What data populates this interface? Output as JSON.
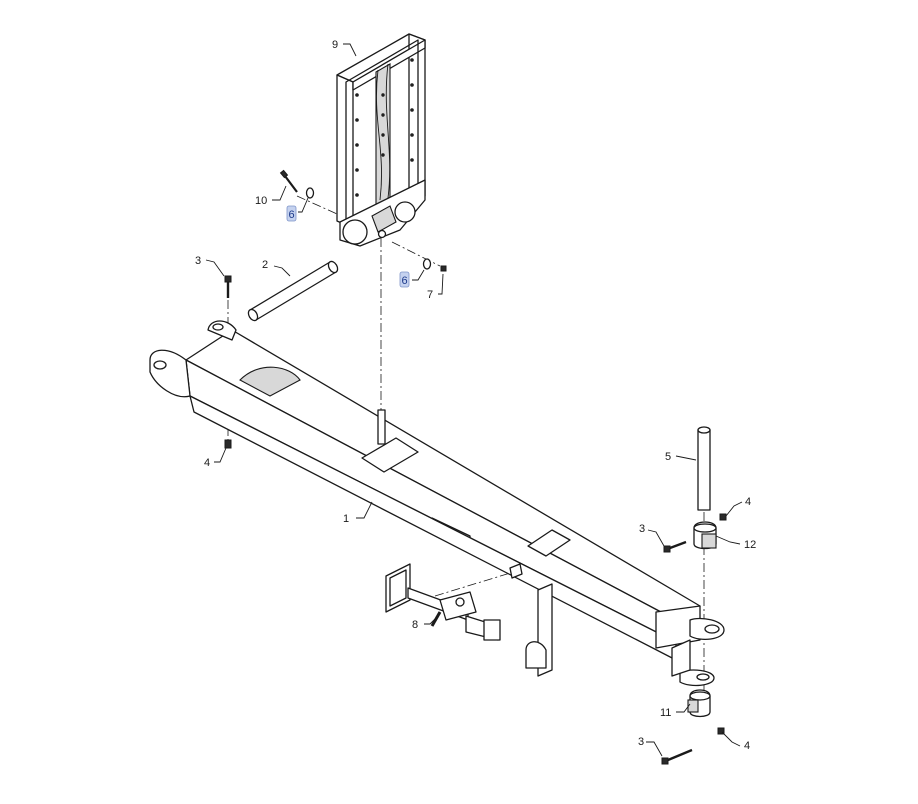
{
  "callouts": [
    {
      "label": "9",
      "highlight": false
    },
    {
      "label": "10",
      "highlight": false
    },
    {
      "label": "6",
      "highlight": true
    },
    {
      "label": "6",
      "highlight": true
    },
    {
      "label": "7",
      "highlight": false
    },
    {
      "label": "3",
      "highlight": false
    },
    {
      "label": "2",
      "highlight": false
    },
    {
      "label": "4",
      "highlight": false
    },
    {
      "label": "1",
      "highlight": false
    },
    {
      "label": "5",
      "highlight": false
    },
    {
      "label": "4",
      "highlight": false
    },
    {
      "label": "3",
      "highlight": false
    },
    {
      "label": "12",
      "highlight": false
    },
    {
      "label": "8",
      "highlight": false
    },
    {
      "label": "11",
      "highlight": false
    },
    {
      "label": "3",
      "highlight": false
    },
    {
      "label": "4",
      "highlight": false
    }
  ],
  "colors": {
    "line": "#1a1a1a",
    "highlight_fill": "#c5d2ef",
    "highlight_text": "#1d3a8a",
    "background": "#ffffff"
  }
}
